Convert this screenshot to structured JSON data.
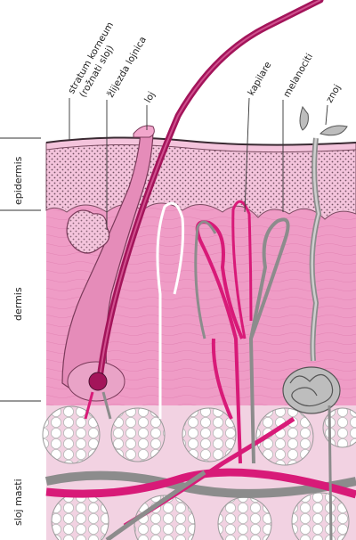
{
  "labels": {
    "stratum_corneum": "stratum korneum",
    "stratum_corneum_sub": "(rožnati sloj)",
    "sebaceous_gland": "žlijezda lojnica",
    "sebum": "loj",
    "capillaries": "kapilare",
    "melanocytes": "melanociti",
    "sweat": "znoj"
  },
  "layers": {
    "epidermis": "epidermis",
    "dermis": "dermis",
    "fat": "sloj masti"
  },
  "colors": {
    "dermis_pink": "#ef9cc6",
    "epidermis_pink": "#f4c4dc",
    "hair": "#a3145a",
    "vessel_red": "#d81a78",
    "vessel_gray": "#8c8c8c",
    "fat_cell": "#ffffff"
  }
}
